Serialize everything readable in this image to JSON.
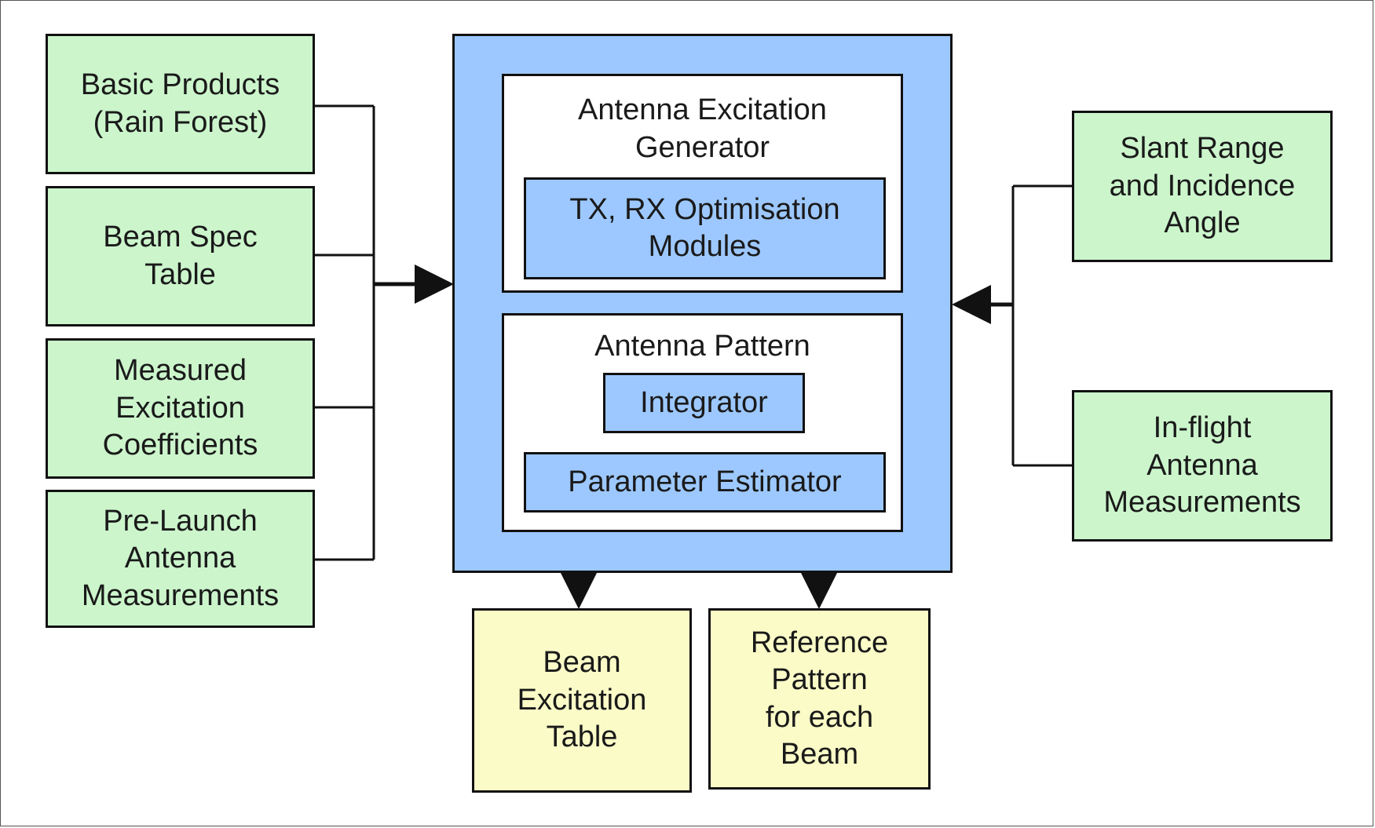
{
  "inputs_left": [
    "Basic Products\n(Rain Forest)",
    "Beam Spec\nTable",
    "Measured\nExcitation\nCoefficients",
    "Pre-Launch\nAntenna\nMeasurements"
  ],
  "inputs_right": [
    "Slant Range\nand Incidence\nAngle",
    "In-flight\nAntenna\nMeasurements"
  ],
  "processor": {
    "generator": {
      "title": "Antenna Excitation\nGenerator",
      "module": "TX, RX Optimisation\nModules"
    },
    "pattern": {
      "title": "Antenna Pattern",
      "integrator": "Integrator",
      "estimator": "Parameter Estimator"
    }
  },
  "outputs": [
    "Beam\nExcitation\nTable",
    "Reference\nPattern\nfor each\nBeam"
  ],
  "colors": {
    "input": "#ccf5cc",
    "output": "#fbfbc8",
    "processor": "#9dc8ff",
    "line": "#111111"
  }
}
